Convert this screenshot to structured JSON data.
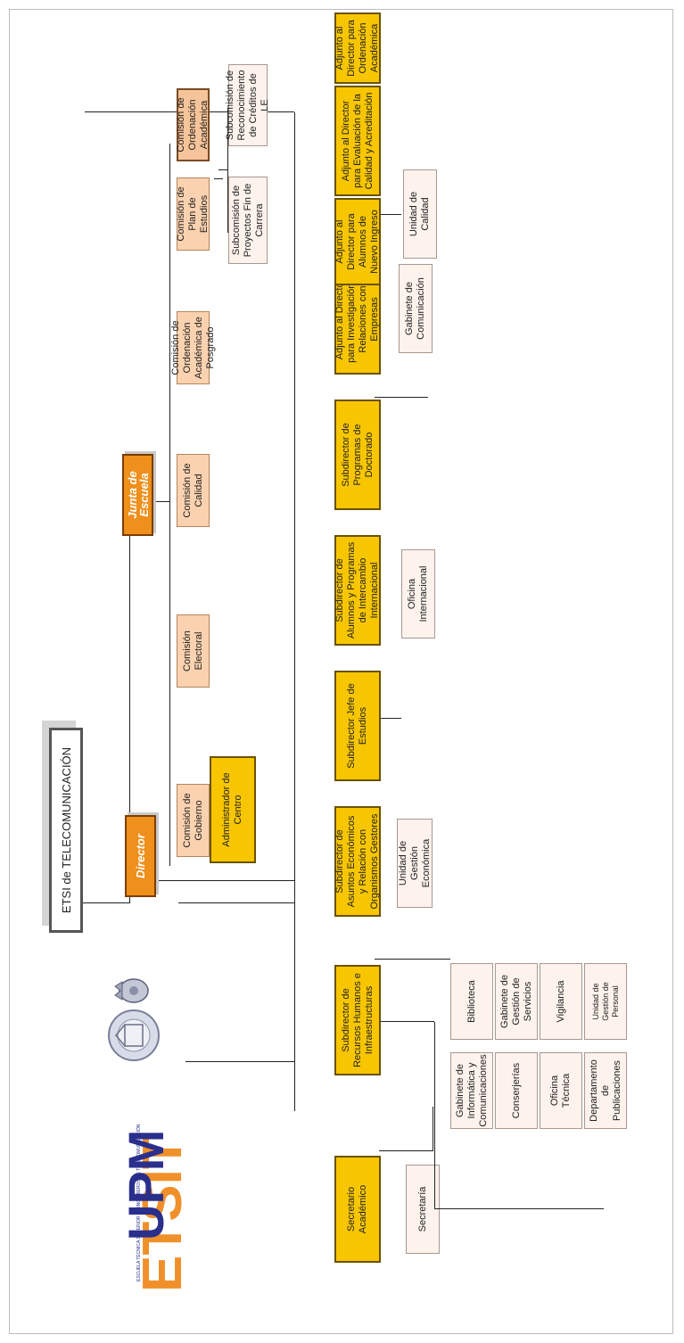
{
  "root": "ETSI de TELECOMUNICACIÓN",
  "director": "Director",
  "junta": "Junta de Escuela",
  "administrador": "Administrador de Centro",
  "comisiones": [
    "Comisión de Gobierno",
    "Comisión Electoral",
    "Comisión de Calidad",
    "Comisión de Ordenación Académica de Posgrado",
    "Comisión de Plan de Estudios",
    "Comisión de Ordenación Académica"
  ],
  "subcomisiones": [
    "Subcomisión de Proyectos Fin de Carrera",
    "Subcomisión de Reconocimiento de Créditos de LE"
  ],
  "cargos": [
    "Secretario Académico",
    "Subdirector de Recursos Humanos e Infraestructuras",
    "Subdirector de Asuntos Económicos y Relación con Organismos Gestores",
    "Subdirector Jefe de Estudios",
    "Subdirector de Alumnos y Programas de Intercambio Internacional",
    "Subdirector de Programas de Doctorado",
    "Adjunto al Director para Investigación y Relaciones con Empresas",
    "Adjunto al Director para Alumnos de Nuevo Ingreso",
    "Adjunto al Director para Evaluación de la Calidad y Acreditación",
    "Adjunto al Director para Ordenación Académica"
  ],
  "unidades": {
    "secretaria": "Secretaría",
    "gestion_economica": "Unidad de Gestión Económica",
    "oficina_internacional": "Oficina Internacional",
    "gabinete_comunicacion": "Gabinete de Comunicación",
    "unidad_calidad": "Unidad de Calidad"
  },
  "rrhh_unidades": [
    "Gabinete de Informática y Comunicaciones",
    "Biblioteca",
    "Conserjerías",
    "Gabinete de Gestión de Servicios",
    "Oficina Técnica",
    "Vigilancia",
    "Departamento de Publicaciones",
    "Unidad de Gestión de Personal"
  ],
  "logo": {
    "text_etsit": "ETSIT",
    "text_upm": "UPM",
    "subtitle": "ESCUELA TÉCNICA SUPERIOR DE INGENIEROS DE TELECOMUNICACIÓN",
    "color_orange": "#f0902a",
    "color_blue": "#2a2f8c"
  },
  "colors": {
    "cargo": "#f7c600",
    "director": "#ef8f1c",
    "comision": "#fbd2b0",
    "unidad": "#fdf2ec"
  }
}
